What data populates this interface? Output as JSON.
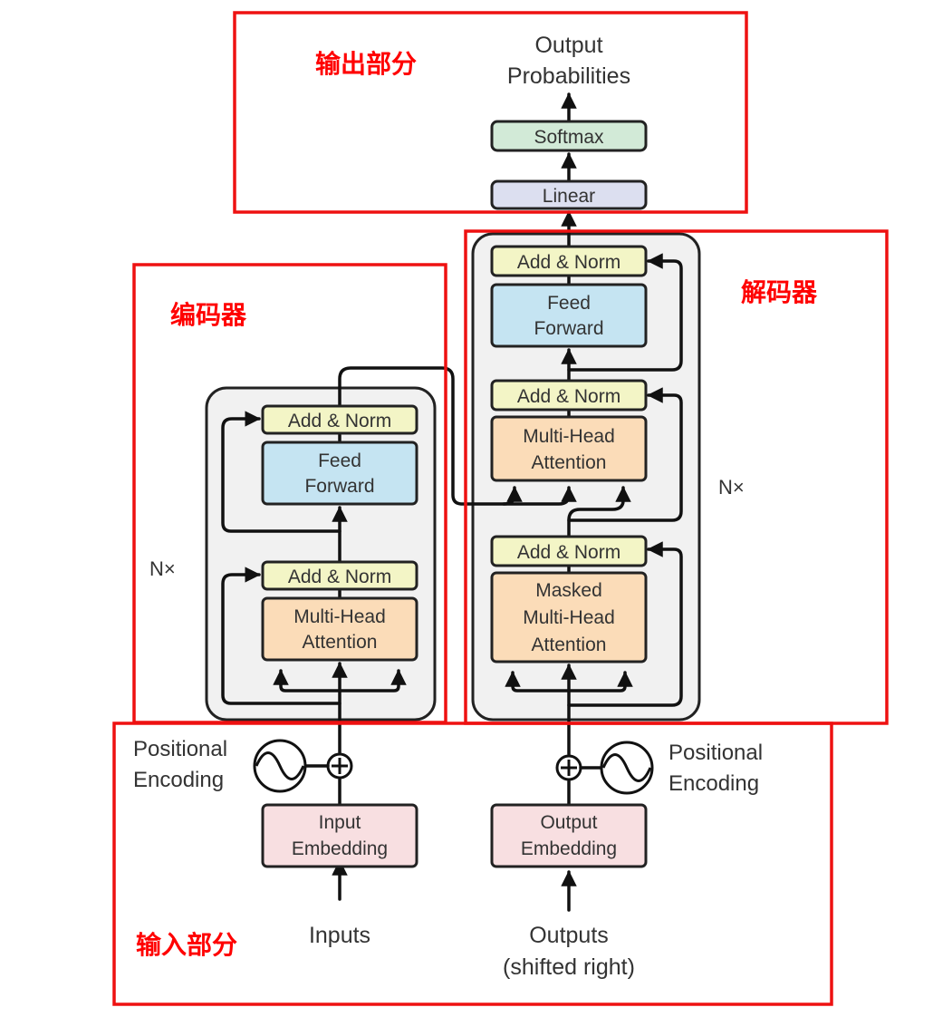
{
  "regions": {
    "output_part": "输出部分",
    "encoder": "编码器",
    "decoder": "解码器",
    "input_part": "输入部分"
  },
  "output": {
    "probabilities_line1": "Output",
    "probabilities_line2": "Probabilities",
    "softmax": "Softmax",
    "linear": "Linear"
  },
  "encoder": {
    "repeat": "N×",
    "add_norm_top": "Add & Norm",
    "feed_forward_1": "Feed",
    "feed_forward_2": "Forward",
    "add_norm_bottom": "Add & Norm",
    "mha_1": "Multi-Head",
    "mha_2": "Attention"
  },
  "decoder": {
    "repeat": "N×",
    "add_norm_top": "Add & Norm",
    "feed_forward_1": "Feed",
    "feed_forward_2": "Forward",
    "add_norm_mid": "Add & Norm",
    "mha_1": "Multi-Head",
    "mha_2": "Attention",
    "add_norm_bottom": "Add & Norm",
    "masked_1": "Masked",
    "masked_2": "Multi-Head",
    "masked_3": "Attention"
  },
  "inputs": {
    "pos_enc_left_1": "Positional",
    "pos_enc_left_2": "Encoding",
    "pos_enc_right_1": "Positional",
    "pos_enc_right_2": "Encoding",
    "input_embedding_1": "Input",
    "input_embedding_2": "Embedding",
    "output_embedding_1": "Output",
    "output_embedding_2": "Embedding",
    "inputs_label": "Inputs",
    "outputs_label_1": "Outputs",
    "outputs_label_2": "(shifted right)"
  },
  "colors": {
    "add_norm": "#f3f5c6",
    "feed_forward": "#c5e4f2",
    "attention": "#fbdcb8",
    "embedding": "#f8dfe1",
    "softmax": "#d2ead7",
    "linear": "#dcdff0",
    "region_border": "#ee1111"
  }
}
